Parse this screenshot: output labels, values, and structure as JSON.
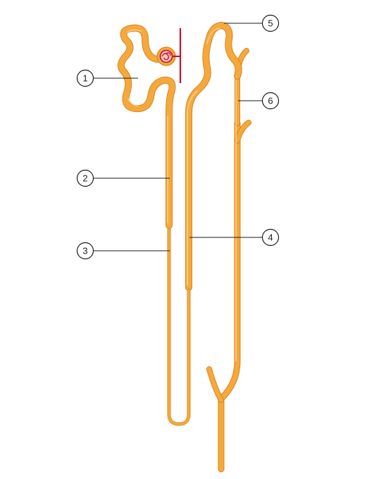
{
  "colors": {
    "tubule_fill": "#f5a93d",
    "tubule_edge": "#d9851c",
    "tubule_highlight": "#ffd28a",
    "vessel": "#c8102e",
    "leader_line": "#1a1a1a"
  },
  "callouts": [
    {
      "label": "1"
    },
    {
      "label": "2"
    },
    {
      "label": "3"
    },
    {
      "label": "4"
    },
    {
      "label": "5"
    },
    {
      "label": "6"
    }
  ]
}
